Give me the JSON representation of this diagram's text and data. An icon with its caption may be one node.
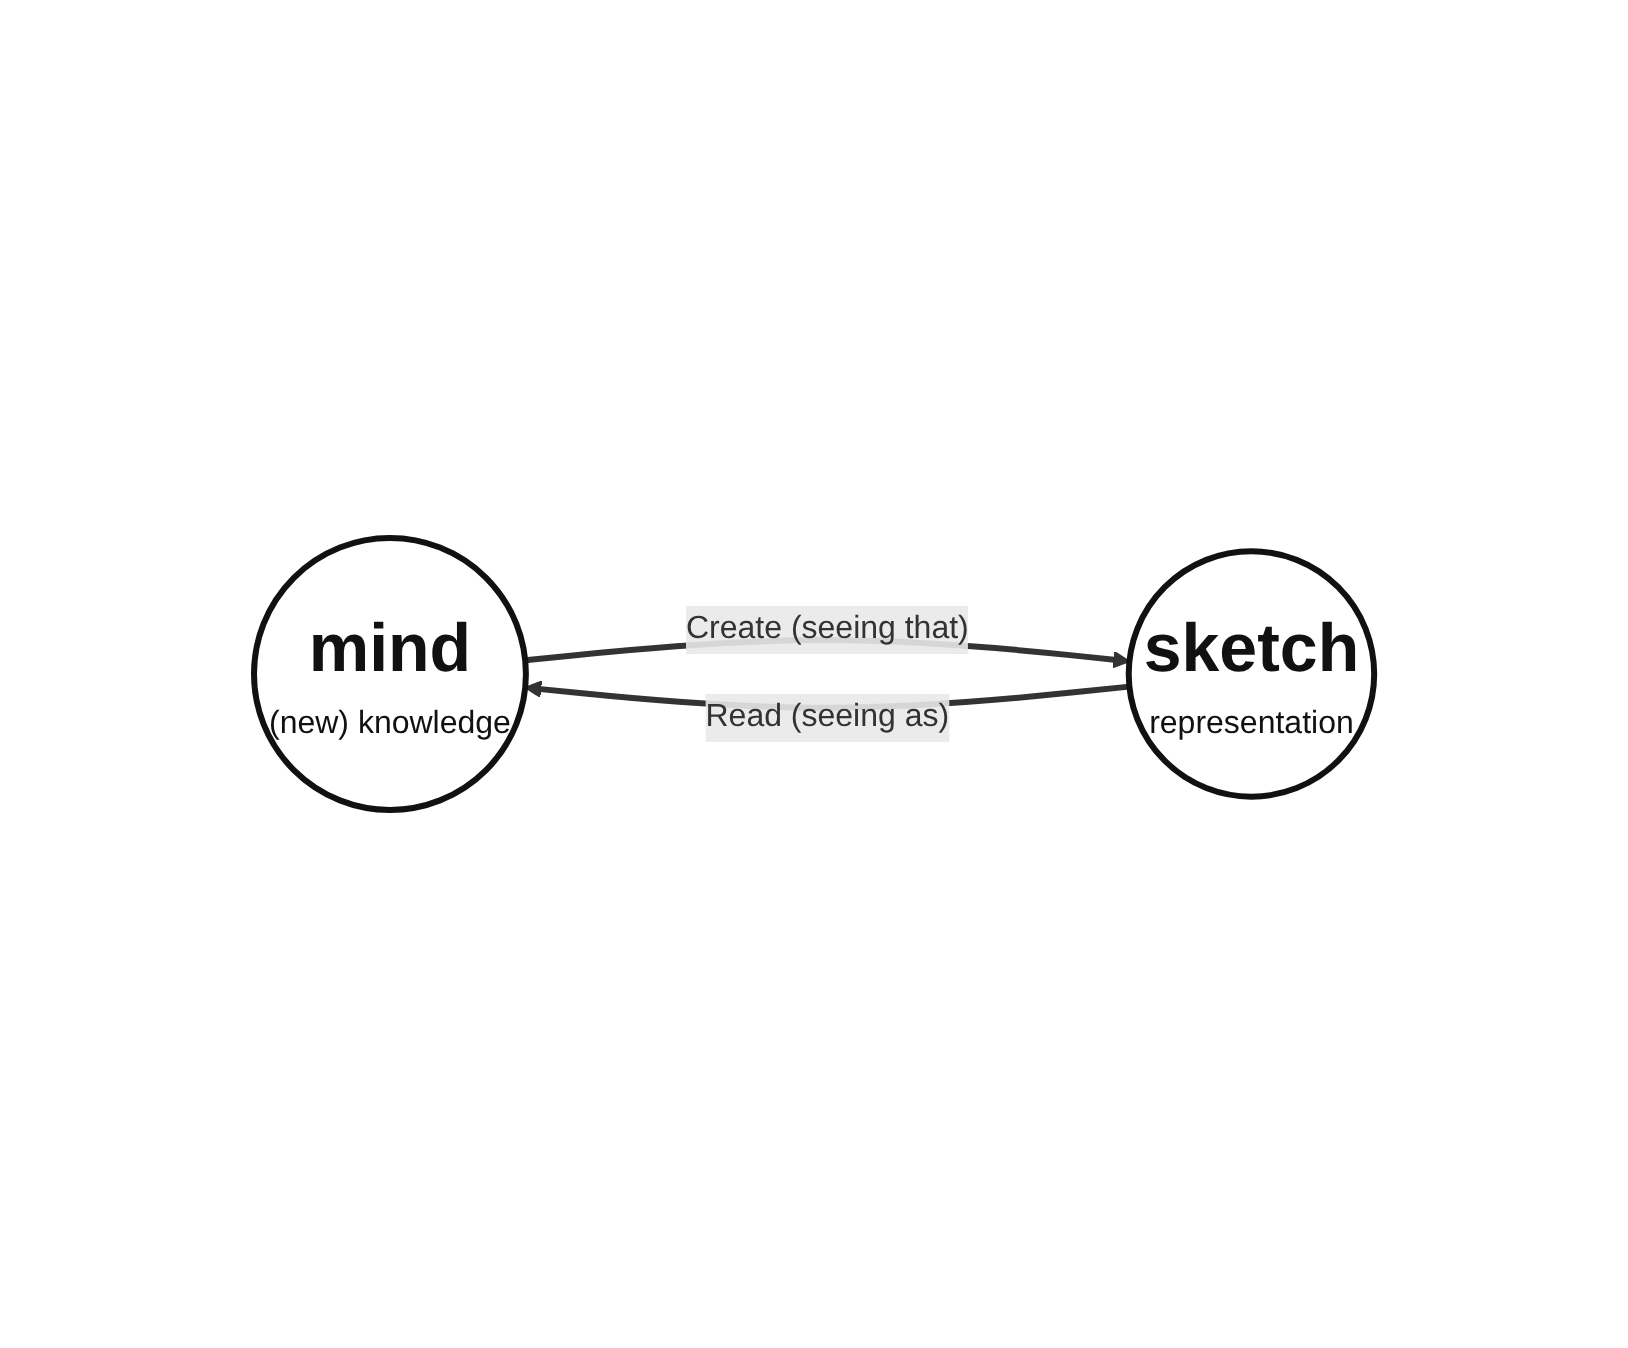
{
  "diagram": {
    "nodes": [
      {
        "text": [
          "mind",
          "(new) knowledge"
        ]
      },
      {
        "text": [
          "sketch",
          "representation"
        ]
      }
    ],
    "edges": [
      {
        "from": 0,
        "to": 1,
        "arrow": "to",
        "label": "Create (seeing that)"
      },
      {
        "from": 1,
        "to": 0,
        "arrow": "to",
        "label": "Read (seeing as)"
      }
    ]
  }
}
